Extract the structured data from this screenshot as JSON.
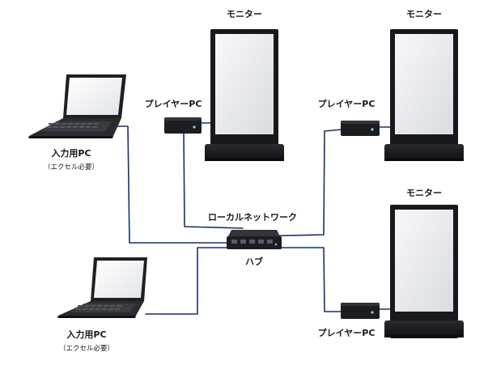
{
  "labels": {
    "monitor_1": "モニター",
    "monitor_2": "モニター",
    "monitor_3": "モニター",
    "player_1": "プレイヤーPC",
    "player_2": "プレイヤーPC",
    "player_3": "プレイヤーPC",
    "input_pc_1": "入力用PC",
    "input_pc_1_note": "（エクセル必要）",
    "input_pc_2": "入力用PC",
    "input_pc_2_note": "（エクセル必要）",
    "lan": "ローカルネットワーク",
    "hub": "ハブ"
  },
  "colors": {
    "cable": "#1b2f6b",
    "monitor_frame": "#17191d",
    "monitor_screen": "#e9ebef",
    "device_body": "#1c1d21",
    "laptop_body": "#1f2023",
    "text": "#1a1a1a"
  }
}
